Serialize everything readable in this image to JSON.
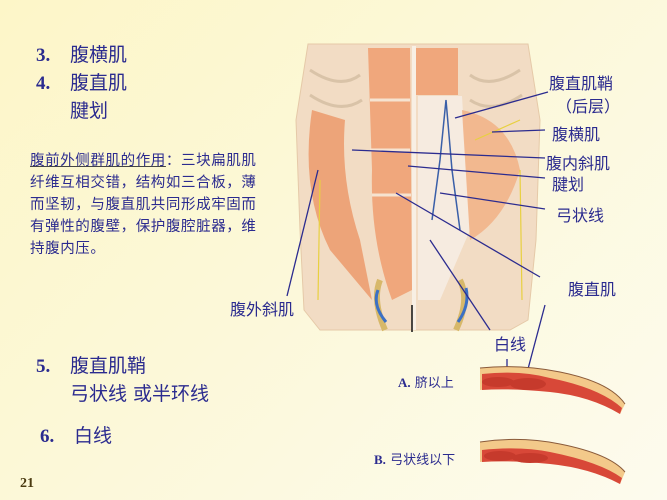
{
  "slide": {
    "page_number": "21",
    "items": [
      {
        "number": "3.",
        "text": "腹横肌"
      },
      {
        "number": "4.",
        "text": "腹直肌",
        "sub": "腱划"
      },
      {
        "number": "5.",
        "text": "腹直肌鞘",
        "sub": "弓状线 或半环线"
      },
      {
        "number": "6.",
        "text": "白线"
      }
    ],
    "description": {
      "heading": "腹前外侧群肌的作用",
      "body": "：三块扁肌肌纤维互相交错，结构如三合板，薄而坚韧，与腹直肌共同形成牢固而有弹性的腹壁，保护腹腔脏器，维持腹内压。"
    },
    "figure_labels": {
      "rectus_sheath_posterior_1": "腹直肌鞘",
      "rectus_sheath_posterior_2": "（后层）",
      "transversus": "腹横肌",
      "internal_oblique": "腹内斜肌",
      "tendinous_intersection": "腱划",
      "arcuate_line": "弓状线",
      "rectus": "腹直肌",
      "external_oblique": "腹外斜肌",
      "linea_alba": "白线"
    },
    "cross_sections": [
      {
        "letter": "A.",
        "text": "脐以上"
      },
      {
        "letter": "B.",
        "text": "弓状线以下"
      }
    ],
    "colors": {
      "text": "#2b2b8f",
      "background": "#fdf6c8",
      "muscle": "#e8956a",
      "fascia": "#f3dcc0"
    }
  }
}
